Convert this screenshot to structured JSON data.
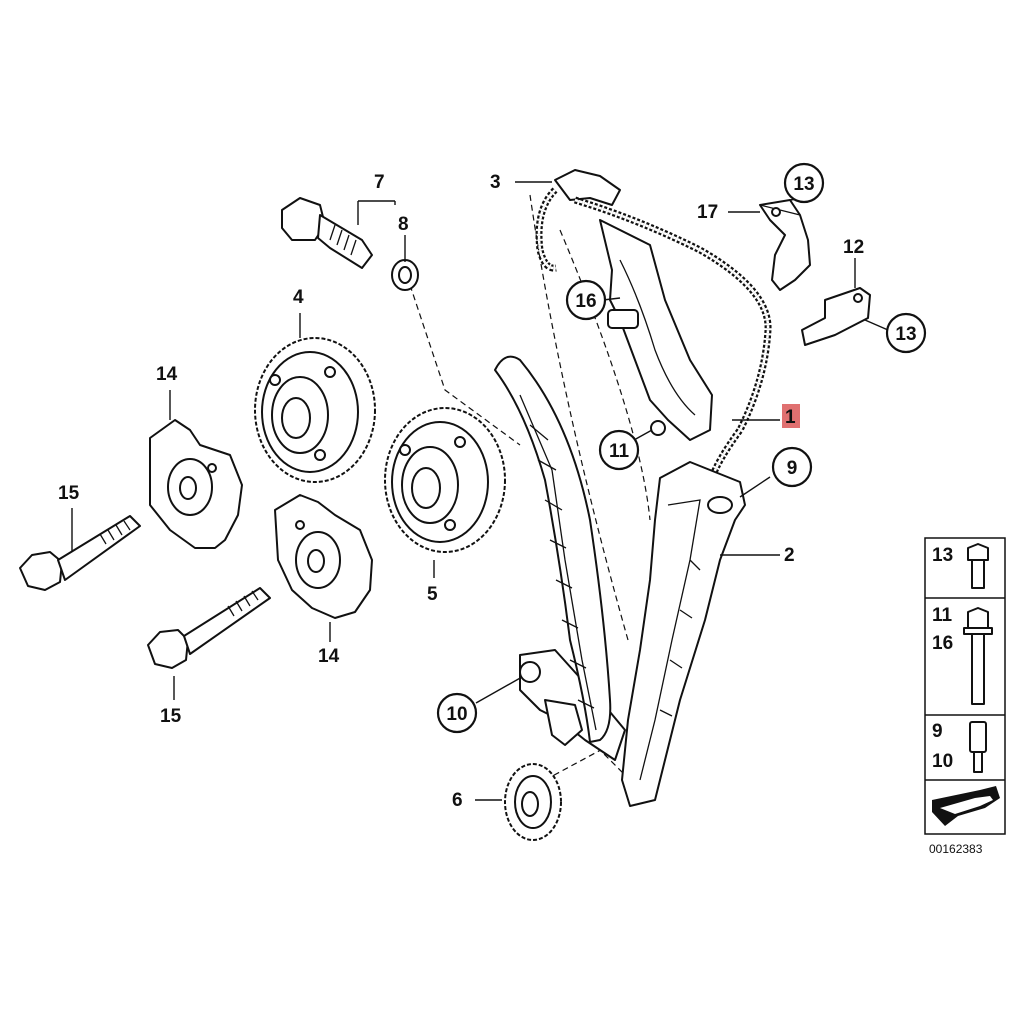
{
  "callouts": {
    "c1": "1",
    "c2": "2",
    "c3": "3",
    "c4": "4",
    "c5": "5",
    "c6": "6",
    "c7": "7",
    "c8": "8",
    "c9": "9",
    "c10": "10",
    "c11": "11",
    "c12": "12",
    "c13a": "13",
    "c13b": "13",
    "c14a": "14",
    "c14b": "14",
    "c15a": "15",
    "c15b": "15",
    "c16": "16",
    "c17": "17"
  },
  "legend": {
    "row1_a": "13",
    "row2_a": "11",
    "row2_b": "16",
    "row3_a": "9",
    "row3_b": "10"
  },
  "catalog_number": "00162383",
  "colors": {
    "highlight": "#e07070",
    "line": "#111111"
  },
  "icons": {
    "legend_arrow": "arrow-icon"
  }
}
